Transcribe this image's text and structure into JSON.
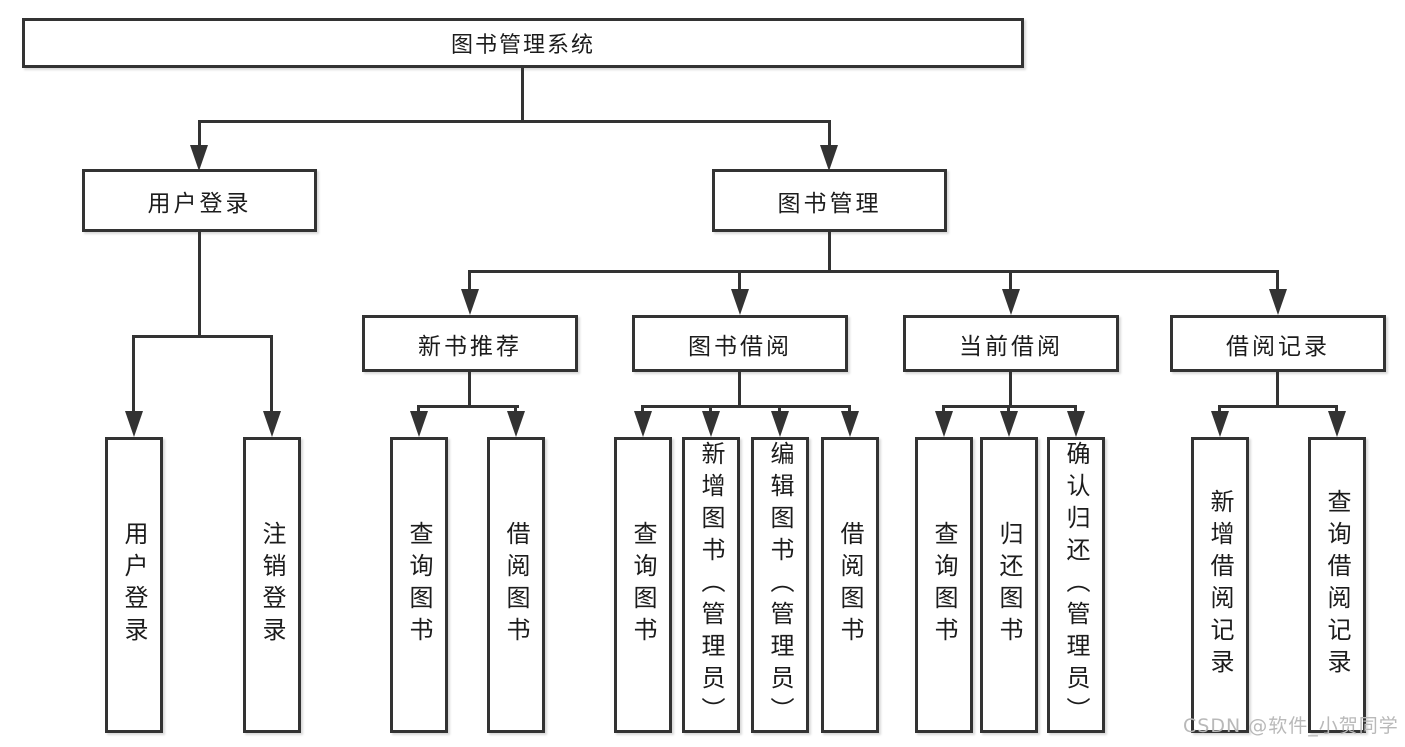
{
  "diagram": {
    "root": {
      "label": "图书管理系统"
    },
    "branches": [
      {
        "label": "用户登录",
        "leaves": [
          "用户登录",
          "注销登录"
        ]
      },
      {
        "label": "图书管理",
        "groups": [
          {
            "label": "新书推荐",
            "leaves": [
              "查询图书",
              "借阅图书"
            ]
          },
          {
            "label": "图书借阅",
            "leaves": [
              "查询图书",
              "新增图书（管理员）",
              "编辑图书（管理员）",
              "借阅图书"
            ]
          },
          {
            "label": "当前借阅",
            "leaves": [
              "查询图书",
              "归还图书",
              "确认归还（管理员）"
            ]
          },
          {
            "label": "借阅记录",
            "leaves": [
              "新增借阅记录",
              "查询借阅记录"
            ]
          }
        ]
      }
    ]
  },
  "watermark": {
    "text": "CSDN @软件_小贺同学"
  },
  "colors": {
    "line": "#333333",
    "border": "#333333",
    "text": "#1c1c1c",
    "background": "#ffffff",
    "watermark": "#b9b9b9"
  }
}
